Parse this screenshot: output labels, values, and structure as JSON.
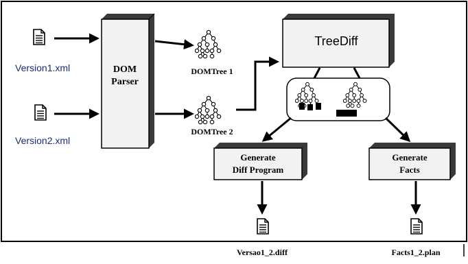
{
  "inputs": {
    "file1": "Version1.xml",
    "file2": "Version2.xml"
  },
  "parser": {
    "line1": "DOM",
    "line2": "Parser"
  },
  "trees": {
    "tree1": "DOMTree 1",
    "tree2": "DOMTree 2"
  },
  "treediff": {
    "label": "TreeDiff"
  },
  "generate_diff": {
    "line1": "Generate",
    "line2": "Diff Program"
  },
  "generate_facts": {
    "line1": "Generate",
    "line2": "Facts"
  },
  "outputs": {
    "diff_file": "Versao1_2.diff",
    "facts_file": "Facts1_2.plan"
  },
  "colors": {
    "box_fill": "#f2f2f2",
    "box_shadow": "#3a3a3a",
    "label_blue": "#1a2b7a",
    "ink": "#000000"
  }
}
